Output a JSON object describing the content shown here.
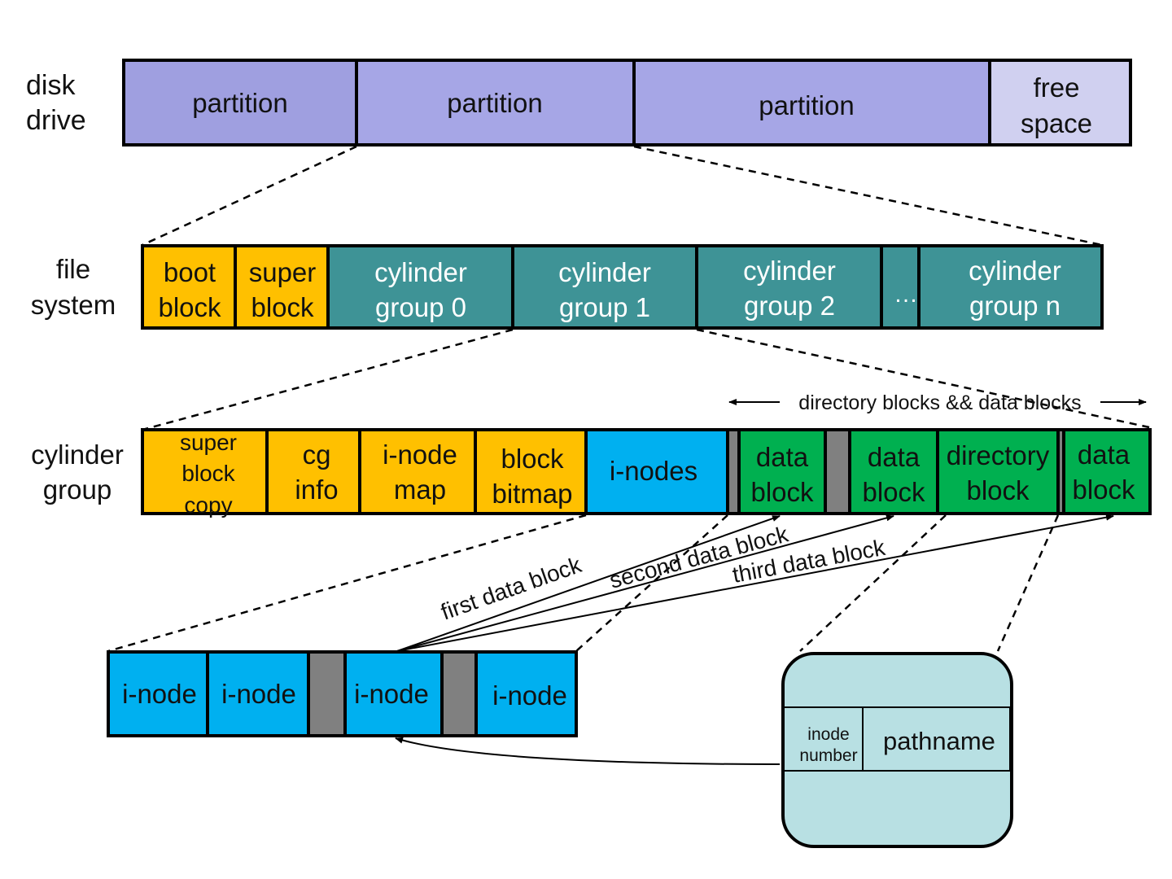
{
  "colors": {
    "partition": "#9f9fe0",
    "free_space": "#d0d0f0",
    "orange": "#ffc000",
    "teal": "#3e9396",
    "blue": "#00b0f0",
    "green": "#00b050",
    "gray": "#808080",
    "dir_entry_bg": "#b8e0e3"
  },
  "disk": {
    "label_line1": "disk",
    "label_line2": "drive",
    "partition_1": "partition",
    "partition_2": "partition",
    "partition_3": "partition",
    "free_line1": "free",
    "free_line2": "space"
  },
  "filesystem": {
    "label_line1": "file",
    "label_line2": "system",
    "boot_line1": "boot",
    "boot_line2": "block",
    "super_line1": "super",
    "super_line2": "block",
    "cg0_line1": "cylinder",
    "cg0_line2": "group 0",
    "cg1_line1": "cylinder",
    "cg1_line2": "group 1",
    "cg2_line1": "cylinder",
    "cg2_line2": "group 2",
    "ellipsis": "…",
    "cgn_line1": "cylinder",
    "cgn_line2": "group n"
  },
  "cylinder_group": {
    "label_line1": "cylinder",
    "label_line2": "group",
    "sbc_line1": "super",
    "sbc_line2": "block",
    "sbc_line3": "copy",
    "cginfo_line1": "cg",
    "cginfo_line2": "info",
    "imap_line1": "i-node",
    "imap_line2": "map",
    "bbitmap_line1": "block",
    "bbitmap_line2": "bitmap",
    "inodes": "i-nodes",
    "data1_line1": "data",
    "data1_line2": "block",
    "data2_line1": "data",
    "data2_line2": "block",
    "dir_line1": "directory",
    "dir_line2": "block",
    "data3_line1": "data",
    "data3_line2": "block",
    "span_label": "directory blocks && data blocks"
  },
  "inode_row": {
    "inode_1": "i-node",
    "inode_2": "i-node",
    "inode_3": "i-node",
    "inode_4": "i-node"
  },
  "arrows": {
    "first": "first data block",
    "second": "second data block",
    "third": "third data block"
  },
  "directory_entry": {
    "inode_line1": "inode",
    "inode_line2": "number",
    "pathname": "pathname"
  }
}
